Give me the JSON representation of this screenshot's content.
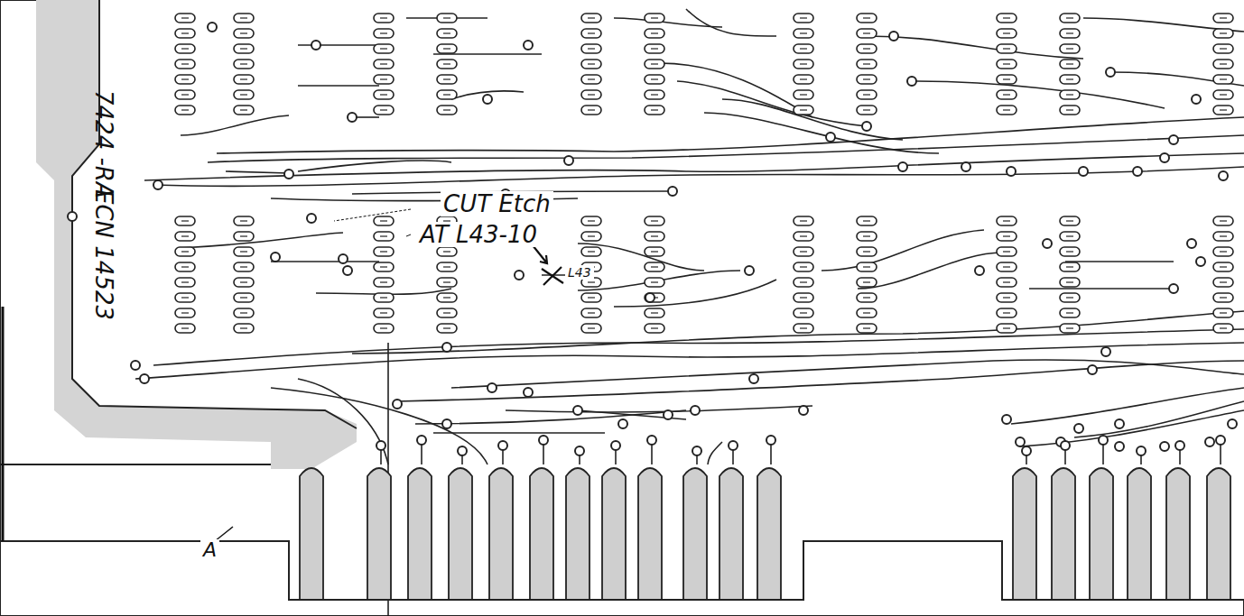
{
  "diagram": {
    "labels": [
      "7424 -RA",
      "ECN 14523",
      "CUT Etch",
      "AT L43-10",
      "L43",
      "A"
    ]
  }
}
